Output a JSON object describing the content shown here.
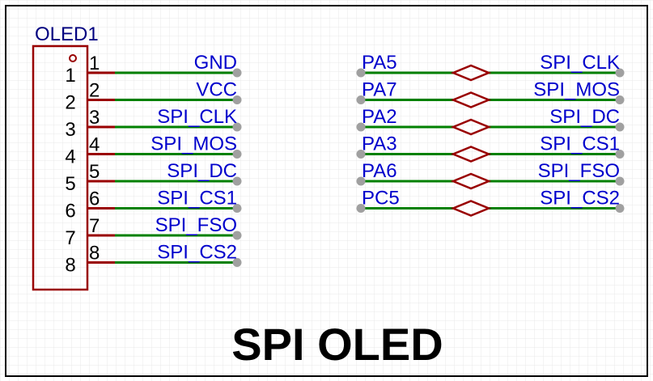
{
  "title": "SPI OLED",
  "component": {
    "refdes": "OLED1",
    "pins": [
      {
        "number": "1",
        "net": "GND"
      },
      {
        "number": "2",
        "net": "VCC"
      },
      {
        "number": "3",
        "net": "SPI_CLK"
      },
      {
        "number": "4",
        "net": "SPI_MOS"
      },
      {
        "number": "5",
        "net": "SPI_DC"
      },
      {
        "number": "6",
        "net": "SPI_CS1"
      },
      {
        "number": "7",
        "net": "SPI_FSO"
      },
      {
        "number": "8",
        "net": "SPI_CS2"
      }
    ]
  },
  "connections": [
    {
      "port": "PA5",
      "net": "SPI_CLK"
    },
    {
      "port": "PA7",
      "net": "SPI_MOS"
    },
    {
      "port": "PA2",
      "net": "SPI_DC"
    },
    {
      "port": "PA3",
      "net": "SPI_CS1"
    },
    {
      "port": "PA6",
      "net": "SPI_FSO"
    },
    {
      "port": "PC5",
      "net": "SPI_CS2"
    }
  ],
  "colors": {
    "wire": "#008000",
    "body": "#990000",
    "label": "#0000cc",
    "grid": "#e6e6e6",
    "terminal": "#a0a0a0"
  }
}
